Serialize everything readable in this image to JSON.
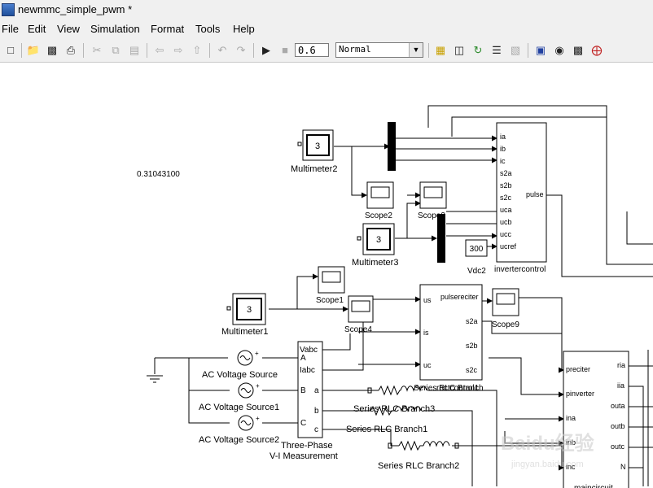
{
  "window": {
    "title": "newmmc_simple_pwm *"
  },
  "menu": [
    "File",
    "Edit",
    "View",
    "Simulation",
    "Format",
    "Tools",
    "Help"
  ],
  "toolbar": {
    "stop_time": "0.6",
    "sim_mode": "Normal",
    "icons": [
      "new-icon",
      "open-icon",
      "save-icon",
      "print-icon",
      "cut-icon",
      "copy-icon",
      "paste-icon",
      "back-icon",
      "forward-icon",
      "up-icon",
      "undo-icon",
      "redo-icon",
      "run-icon",
      "stop-icon",
      "library-icon",
      "model-explorer-icon",
      "update-icon",
      "debug-icon",
      "build-icon",
      "browser-icon",
      "accelerator-icon",
      "config-icon"
    ]
  },
  "diagram": {
    "display_value": "0.31043100",
    "multimeter_value": "3",
    "multimeter2": "Multimeter2",
    "multimeter3": "Multimeter3",
    "multimeter1": "Multimeter1",
    "scope2": "Scope2",
    "scope3": "Scope3",
    "scope1": "Scope1",
    "scope4": "Scope4",
    "scope9": "Scope9",
    "vdc2_value": "300",
    "vdc2": "Vdc2",
    "invertercontrol": "invertercontrol",
    "inv_ports": [
      "ia",
      "ib",
      "ic",
      "s2a",
      "s2b",
      "s2c",
      "uca",
      "ucb",
      "ucc",
      "ucref"
    ],
    "inv_out": "pulse",
    "rect_ports": [
      "us",
      "is",
      "uc"
    ],
    "rect_out": [
      "pulsereciter",
      "s2a",
      "s2b",
      "s2c"
    ],
    "rect_label": "rectcontrol1",
    "main_in": [
      "preciter",
      "pinverter",
      "ina",
      "inb",
      "inc"
    ],
    "main_out": [
      "ria",
      "iia",
      "outa",
      "outb",
      "outc",
      "N"
    ],
    "main_label": "maincircuit",
    "ac1": "AC Voltage Source",
    "ac2": "AC Voltage Source1",
    "ac3": "AC Voltage Source2",
    "vi_in": [
      "A",
      "B",
      "C"
    ],
    "vi_top": [
      "Vabc",
      "Iabc"
    ],
    "vi_out": [
      "a",
      "b",
      "c"
    ],
    "vi_label1": "Three-Phase",
    "vi_label2": "V-I Measurement",
    "rlc": "Series RLC Branch",
    "rlc1": "Series RLC Branch1",
    "rlc2": "Series RLC Branch2",
    "rlc3": "Series RLC Branch3"
  },
  "watermark": {
    "brand": "Baidu经验",
    "url": "jingyan.baidu.com"
  }
}
